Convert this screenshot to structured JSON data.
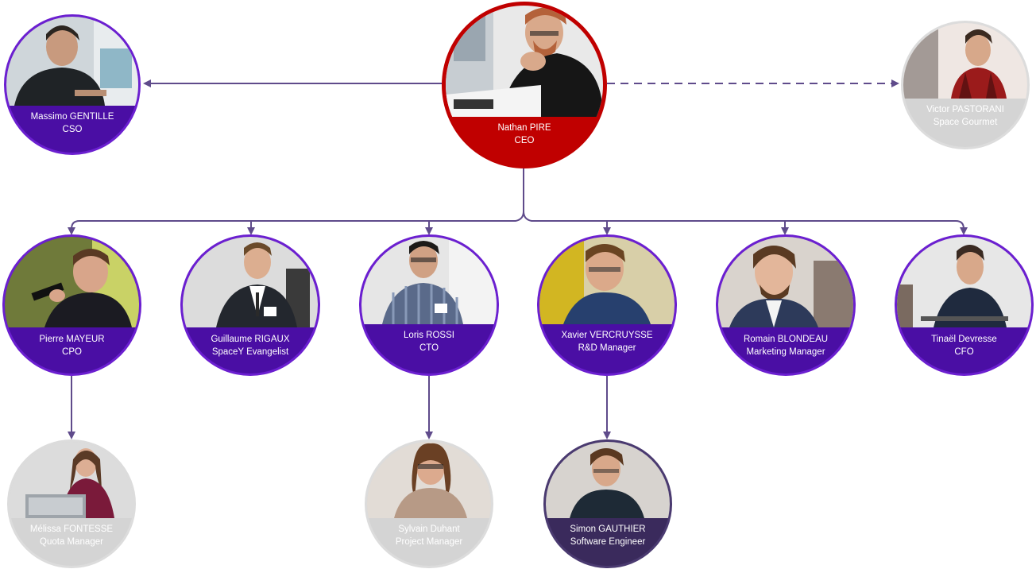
{
  "colors": {
    "manager_fill": "#4a0ea4",
    "ceo_fill": "#c00000",
    "inactive_fill": "#d4d4d4",
    "intern_fill": "#3a2a5c",
    "connector": "#5f4b8b"
  },
  "nodes": {
    "ceo": {
      "name": "Nathan PIRE",
      "role": "CEO"
    },
    "cso": {
      "name": "Massimo GENTILLE",
      "role": "CSO"
    },
    "gourmet": {
      "name": "Victor PASTORANI",
      "role": "Space Gourmet"
    },
    "cpo": {
      "name": "Pierre MAYEUR",
      "role": "CPO"
    },
    "evangelist": {
      "name": "Guillaume RIGAUX",
      "role": "SpaceY Evangelist"
    },
    "cto": {
      "name": "Loris ROSSI",
      "role": "CTO"
    },
    "rd": {
      "name": "Xavier VERCRUYSSE",
      "role": "R&D Manager"
    },
    "marketing": {
      "name": "Romain BLONDEAU",
      "role": "Marketing Manager"
    },
    "cfo": {
      "name": "Tinaël Devresse",
      "role": "CFO"
    },
    "quota": {
      "name": "Mélissa FONTESSE",
      "role": "Quota Manager"
    },
    "project": {
      "name": "Sylvain Duhant",
      "role": "Project Manager"
    },
    "software": {
      "name": "Simon GAUTHIER",
      "role": "Software Engineer"
    }
  }
}
